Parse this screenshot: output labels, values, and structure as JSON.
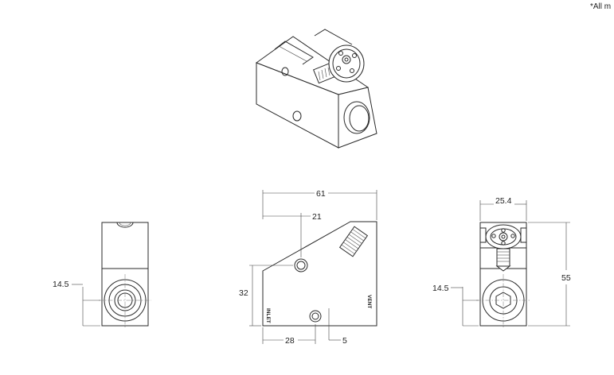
{
  "note": "*All m",
  "front_view": {
    "dim_overall_width": "61",
    "dim_top_hole": "21",
    "dim_height": "32",
    "dim_bottom_hole": "28",
    "dim_bottom_offset": "5",
    "port_inlet": "INLET",
    "port_vent": "VENT"
  },
  "side_view": {
    "dim_width": "25.4",
    "dim_height": "55",
    "dim_hole_height": "14.5"
  },
  "left_view": {
    "dim_hole_height": "14.5"
  }
}
